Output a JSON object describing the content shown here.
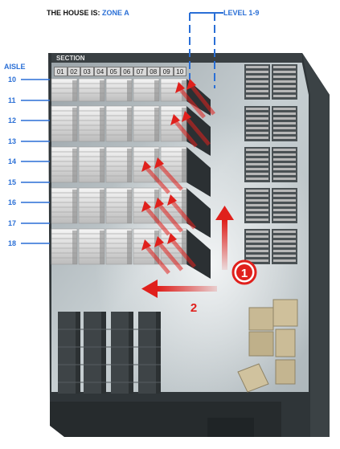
{
  "header": {
    "title_prefix": "THE HOUSE IS:",
    "zone": "ZONE A",
    "level": "LEVEL 1-9"
  },
  "aisle": {
    "label": "AISLE",
    "numbers": [
      "10",
      "11",
      "12",
      "13",
      "14",
      "15",
      "16",
      "17",
      "18"
    ]
  },
  "section": {
    "label": "SECTION",
    "numbers": [
      "01",
      "02",
      "03",
      "04",
      "05",
      "06",
      "07",
      "08",
      "09",
      "10"
    ]
  },
  "markers": {
    "step_1": "1",
    "step_2": "2"
  },
  "colors": {
    "label_blue": "#2a6fd6",
    "arrow_red": "#e0201c",
    "floor": "#b9c2c6",
    "wall": "#2f3538",
    "shelf": "#e2e2e2",
    "box": "#c8b994"
  }
}
